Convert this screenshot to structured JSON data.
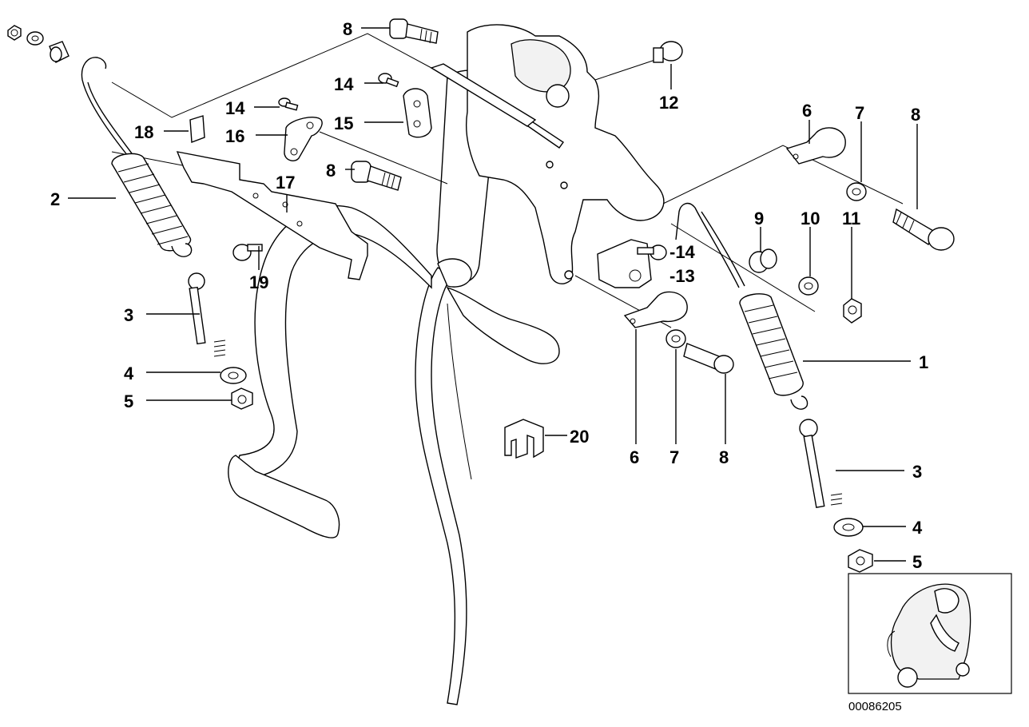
{
  "diagram": {
    "doc_number": "00086205",
    "callouts": [
      {
        "id": "c8a",
        "text": "8"
      },
      {
        "id": "c14a",
        "text": "14"
      },
      {
        "id": "c14b",
        "text": "14"
      },
      {
        "id": "c15",
        "text": "15"
      },
      {
        "id": "c16",
        "text": "16"
      },
      {
        "id": "c18",
        "text": "18"
      },
      {
        "id": "c17",
        "text": "17"
      },
      {
        "id": "c8b",
        "text": "8"
      },
      {
        "id": "c2",
        "text": "2"
      },
      {
        "id": "c19",
        "text": "19"
      },
      {
        "id": "c3a",
        "text": "3"
      },
      {
        "id": "c4a",
        "text": "4"
      },
      {
        "id": "c5a",
        "text": "5"
      },
      {
        "id": "c12",
        "text": "12"
      },
      {
        "id": "c6a",
        "text": "6"
      },
      {
        "id": "c7a",
        "text": "7"
      },
      {
        "id": "c8c",
        "text": "8"
      },
      {
        "id": "c9",
        "text": "9"
      },
      {
        "id": "c10",
        "text": "10"
      },
      {
        "id": "c11",
        "text": "11"
      },
      {
        "id": "c14c",
        "text": "-14"
      },
      {
        "id": "c13",
        "text": "-13"
      },
      {
        "id": "c1",
        "text": "1"
      },
      {
        "id": "c20",
        "text": "20"
      },
      {
        "id": "c6b",
        "text": "6"
      },
      {
        "id": "c7b",
        "text": "7"
      },
      {
        "id": "c8d",
        "text": "8"
      },
      {
        "id": "c3b",
        "text": "3"
      },
      {
        "id": "c4b",
        "text": "4"
      },
      {
        "id": "c5b",
        "text": "5"
      }
    ]
  }
}
